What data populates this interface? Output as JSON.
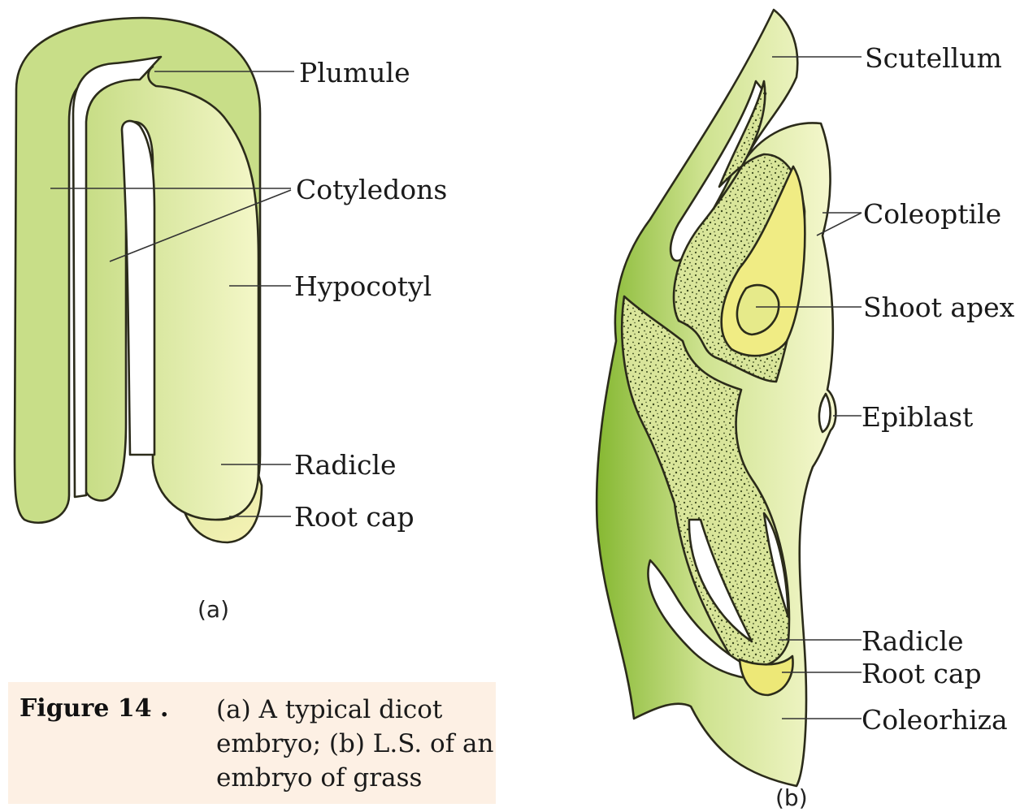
{
  "figure": {
    "number_label": "Figure 14 .",
    "caption_lines": [
      "(a) A typical dicot",
      "embryo; (b) L.S. of an",
      "embryo of grass"
    ],
    "caption_bg": "#fdf0e4"
  },
  "dicot_embryo": {
    "sublabel": "(a)",
    "labels": {
      "plumule": "Plumule",
      "cotyledons": "Cotyledons",
      "hypocotyl": "Hypocotyl",
      "radicle": "Radicle",
      "root_cap": "Root cap"
    }
  },
  "grass_embryo": {
    "sublabel": "(b)",
    "labels": {
      "scutellum": "Scutellum",
      "coleoptile": "Coleoptile",
      "shoot_apex": "Shoot apex",
      "epiblast": "Epiblast",
      "radicle": "Radicle",
      "root_cap": "Root cap",
      "coleorhiza": "Coleorhiza"
    }
  },
  "colors": {
    "tissue_green": "#c9df8a",
    "tissue_pale": "#f3f6c4",
    "dark_green": "#8fbf3a",
    "root_cap_yellow": "#f2ec7a",
    "stipple": "#3b4a1e",
    "outline": "#2b2b1a"
  }
}
